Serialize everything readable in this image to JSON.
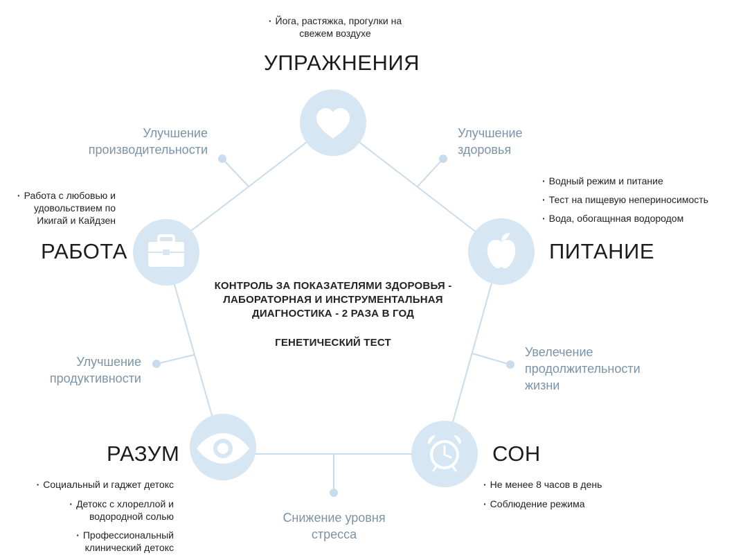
{
  "center": {
    "main": "КОНТРОЛЬ ЗА ПОКАЗАТЕЛЯМИ ЗДОРОВЬЯ - ЛАБОРАТОРНАЯ И ИНСТРУМЕНТАЛЬНАЯ ДИАГНОСТИКА - 2 РАЗА В ГОД",
    "sub": "ГЕНЕТИЧЕСКИЙ ТЕСТ"
  },
  "nodes": {
    "exercise": {
      "title": "УПРАЖНЕНИЯ",
      "icon": "heart-icon",
      "bullets": [
        "Йога, растяжка, прогулки на свежем воздухе"
      ]
    },
    "nutrition": {
      "title": "ПИТАНИЕ",
      "icon": "apple-icon",
      "bullets": [
        "Водный режим и питание",
        "Тест на пищевую непериносимость",
        "Вода, обогащнная водородом"
      ]
    },
    "sleep": {
      "title": "СОН",
      "icon": "alarm-clock-icon",
      "bullets": [
        "Не менее 8 часов в день",
        "Соблюдение режима"
      ]
    },
    "mind": {
      "title": "РАЗУМ",
      "icon": "eye-icon",
      "bullets": [
        "Социальный и гаджет детокс",
        "Детокс с хлореллой и водородной солью",
        "Профессиональный клинический детокс"
      ]
    },
    "work": {
      "title": "РАБОТА",
      "icon": "briefcase-icon",
      "bullets": [
        "Работа с любовью и удовольствием по Икигай и Кайдзен"
      ]
    }
  },
  "benefits": {
    "health": "Улучшение здоровья",
    "longevity": "Увелечение продолжительности жизни",
    "stress": "Снижение уровня стресса",
    "productivity": "Улучшение продуктивности",
    "performance": "Улучшение производительности"
  },
  "colors": {
    "node_fill": "#d6e6f2",
    "line": "#c9dcec",
    "benefit_text": "#7b93a8",
    "icon_fill": "#ffffff"
  }
}
